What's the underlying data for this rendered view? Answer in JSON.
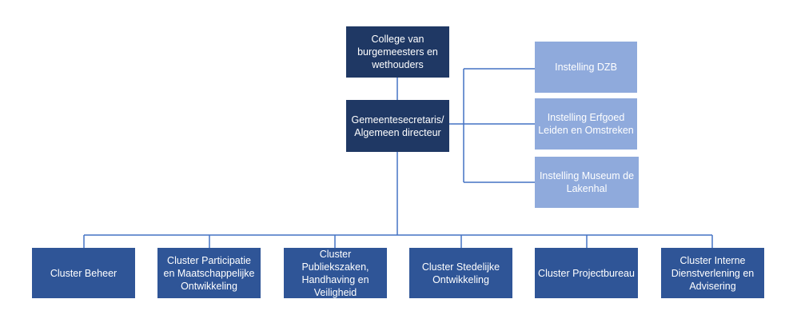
{
  "top": {
    "college": "College van burgemeesters en wethouders",
    "secretary": "Gemeentesecretaris/ Algemeen directeur"
  },
  "institutions": [
    "Instelling DZB",
    "Instelling Erfgoed Leiden en Omstreken",
    "Instelling Museum de Lakenhal"
  ],
  "clusters": [
    "Cluster Beheer",
    "Cluster Participatie en Maatschappelijke Ontwikkeling",
    "Cluster Publiekszaken, Handhaving en Veiligheid",
    "Cluster Stedelijke Ontwikkeling",
    "Cluster Projectbureau",
    "Cluster Interne Dienstverlening en Advisering"
  ],
  "colors": {
    "top_box": "#1f3864",
    "cluster_box": "#2f5597",
    "institution_box": "#8faadc",
    "connector": "#4472c4"
  }
}
